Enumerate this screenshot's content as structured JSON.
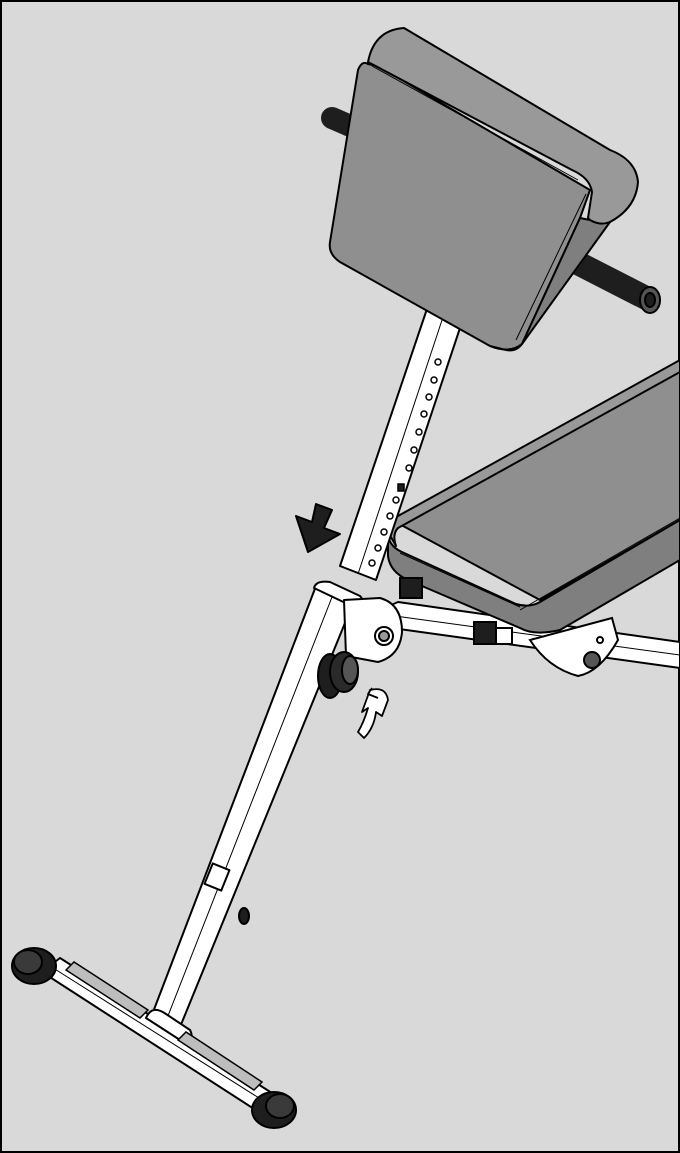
{
  "figure": {
    "description_hidden": "",
    "colors": {
      "background": "#d9d9d9",
      "pad": "#8f8f8f",
      "pad_dark": "#7f7f7f",
      "pad_top": "#999999",
      "frame": "#ffffff",
      "outline": "#000000",
      "metal_dark": "#1e1e1e",
      "grip": "#bdbdbd"
    },
    "icons": [
      "down-arrow-icon",
      "rotate-arrow-icon"
    ],
    "parts": [
      "roller-pad",
      "roller-bar",
      "adjustable-post",
      "seat-pad",
      "frame-leg",
      "knob",
      "base-bar",
      "end-cap"
    ]
  }
}
